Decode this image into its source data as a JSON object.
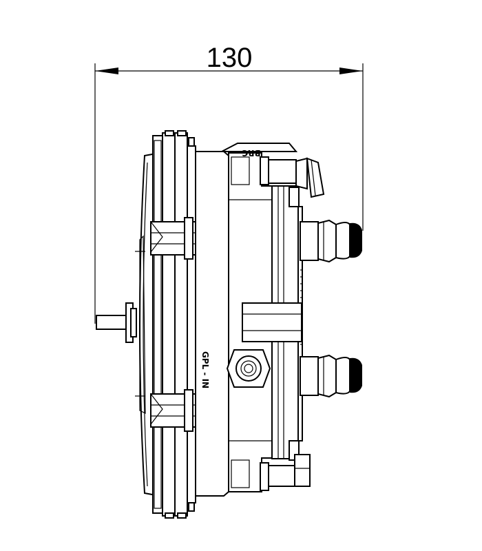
{
  "dimension": {
    "value": "130"
  },
  "labels": {
    "brand": "BRC",
    "gas_inlet": "GPL - IN"
  },
  "colors": {
    "line": "#000000",
    "background": "#ffffff"
  }
}
